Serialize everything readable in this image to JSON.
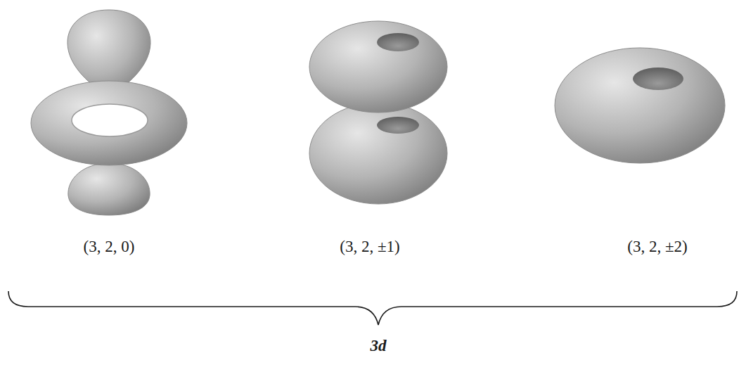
{
  "diagram": {
    "labels": [
      "(3, 2, 0)",
      "(3, 2, ±1)",
      "(3, 2, ±2)",
      "3d"
    ]
  }
}
